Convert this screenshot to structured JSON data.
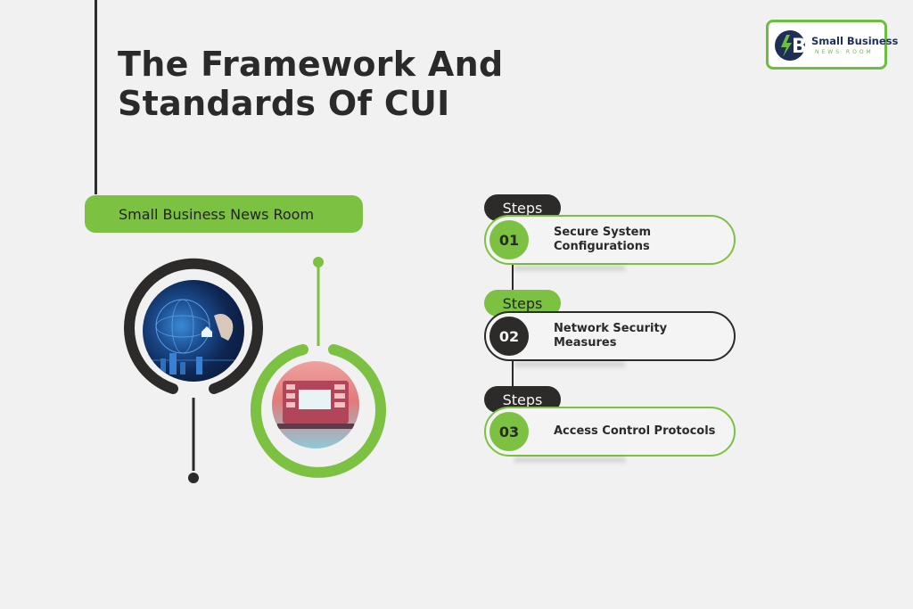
{
  "title": "The Framework And Standards Of CUI",
  "logo": {
    "line1": "Small Business",
    "line2": "NEWS ROOM",
    "mark_letter": "B",
    "colors": {
      "navy": "#1f2e57",
      "green": "#6cbf3d"
    }
  },
  "brand_pill": {
    "label": "Small Business News Room"
  },
  "steps": [
    {
      "tab": "Steps",
      "number": "01",
      "label": "Secure System Configurations",
      "tab_style": "dark",
      "card_style": "green"
    },
    {
      "tab": "Steps",
      "number": "02",
      "label": "Network Security Measures",
      "tab_style": "green",
      "card_style": "dark"
    },
    {
      "tab": "Steps",
      "number": "03",
      "label": "Access Control Protocols",
      "tab_style": "dark",
      "card_style": "green"
    }
  ],
  "colors": {
    "accent": "#7cc142",
    "dark": "#2d2b2a",
    "background": "#f1f1f1"
  }
}
